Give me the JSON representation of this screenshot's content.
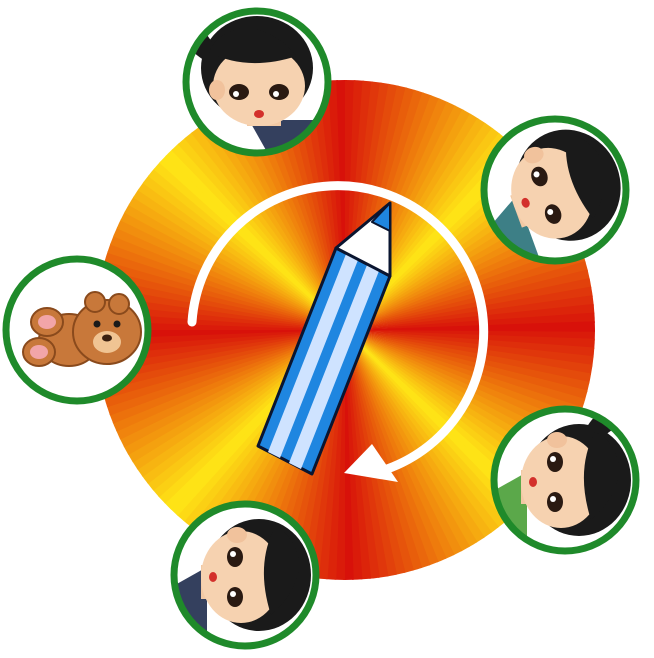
{
  "scene": {
    "center_item": "pencil",
    "rotation_direction": "clockwise",
    "items": [
      {
        "id": "girl-top",
        "kind": "girl",
        "hair": "pigtail",
        "shirt": "#34405e"
      },
      {
        "id": "boy-top-right",
        "kind": "boy",
        "hair": "short",
        "shirt": "#3d7f86"
      },
      {
        "id": "girl-bottom-right",
        "kind": "girl",
        "hair": "pigtail",
        "shirt": "#5ba84a"
      },
      {
        "id": "boy-bottom",
        "kind": "boy",
        "hair": "short",
        "shirt": "#34405e"
      },
      {
        "id": "teddy-bear-left",
        "kind": "bear"
      }
    ]
  },
  "colors": {
    "disc_red": "#d8110a",
    "disc_orange": "#ef7d0c",
    "disc_yellow": "#ffe816",
    "circle_border": "#1f8a2a",
    "pencil_blue": "#1f86e0",
    "pencil_light": "#cfe3ff",
    "arrow": "#ffffff"
  }
}
